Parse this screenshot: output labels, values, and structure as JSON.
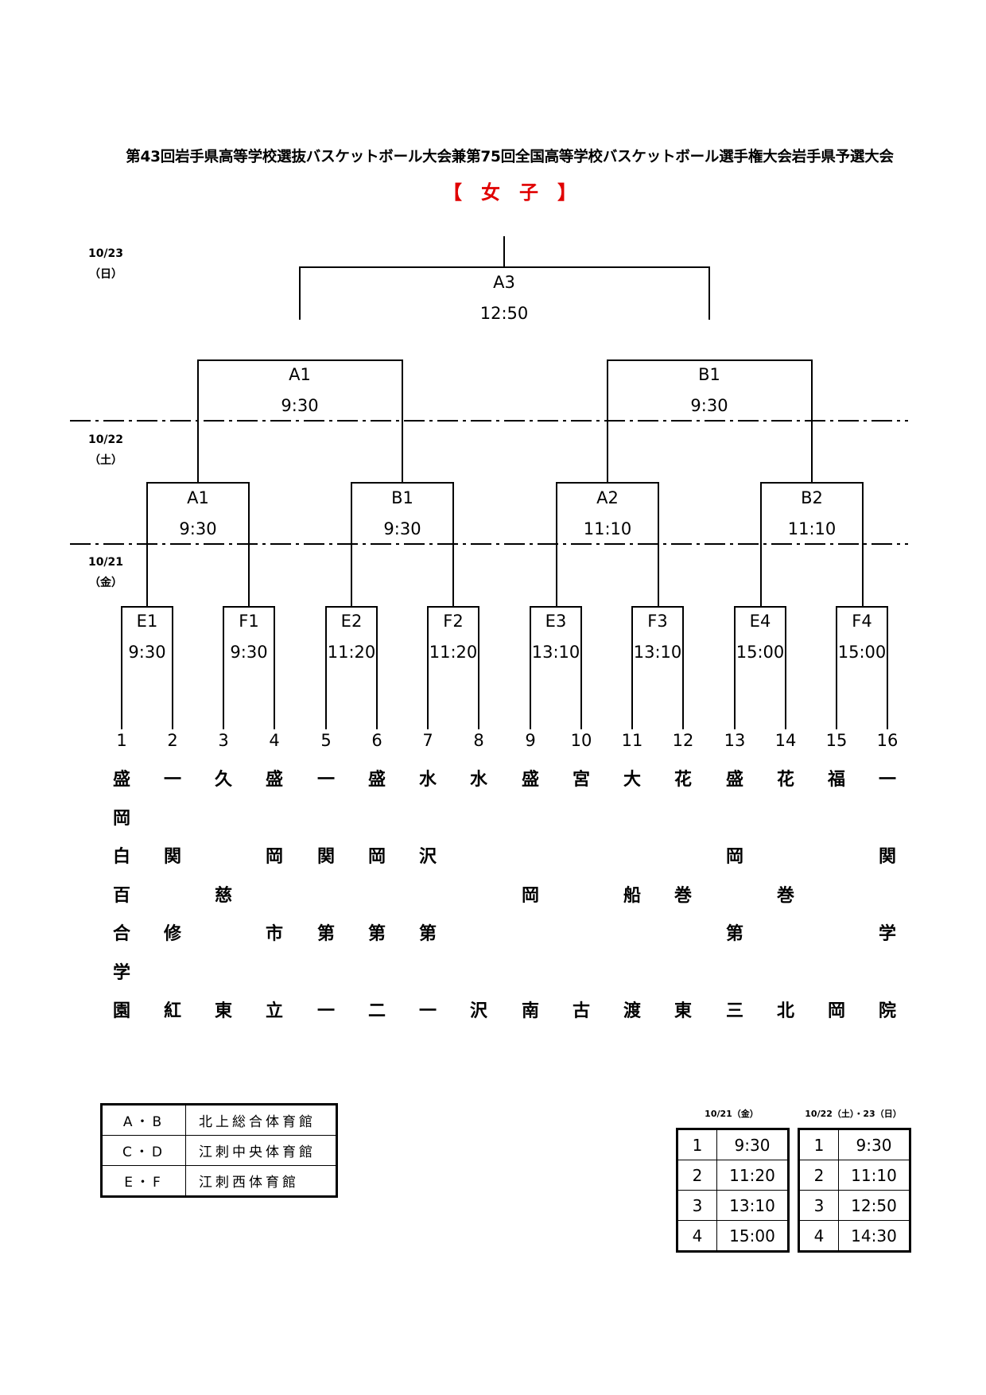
{
  "title": "第43回岩手県高等学校選抜バスケットボール大会兼第75回全国高等学校バスケットボール選手権大会岩手県予選大会",
  "subtitle": "【　女　子　】",
  "dates": [
    {
      "date": "10/23",
      "dow": "（日）"
    },
    {
      "date": "10/22",
      "dow": "（土）"
    },
    {
      "date": "10/21",
      "dow": "（金）"
    }
  ],
  "matches": {
    "final": {
      "label": "A3",
      "time": "12:50"
    },
    "semi_left": {
      "label": "A1",
      "time": "9:30"
    },
    "semi_right": {
      "label": "B1",
      "time": "9:30"
    },
    "qf": [
      {
        "label": "A1",
        "time": "9:30"
      },
      {
        "label": "B1",
        "time": "9:30"
      },
      {
        "label": "A2",
        "time": "11:10"
      },
      {
        "label": "B2",
        "time": "11:10"
      }
    ],
    "r1": [
      {
        "label": "E1",
        "time": "9:30"
      },
      {
        "label": "F1",
        "time": "9:30"
      },
      {
        "label": "E2",
        "time": "11:20"
      },
      {
        "label": "F2",
        "time": "11:20"
      },
      {
        "label": "E3",
        "time": "13:10"
      },
      {
        "label": "F3",
        "time": "13:10"
      },
      {
        "label": "E4",
        "time": "15:00"
      },
      {
        "label": "F4",
        "time": "15:00"
      }
    ]
  },
  "seeds": [
    "1",
    "2",
    "3",
    "4",
    "5",
    "6",
    "7",
    "8",
    "9",
    "10",
    "11",
    "12",
    "13",
    "14",
    "15",
    "16"
  ],
  "schools": [
    [
      "盛",
      "岡",
      "白",
      "百",
      "合",
      "学",
      "園"
    ],
    [
      "一",
      "",
      "関",
      "",
      "修",
      "",
      "紅"
    ],
    [
      "久",
      "",
      "",
      "慈",
      "",
      "",
      "東"
    ],
    [
      "盛",
      "",
      "岡",
      "",
      "市",
      "",
      "立"
    ],
    [
      "一",
      "",
      "関",
      "",
      "第",
      "",
      "一"
    ],
    [
      "盛",
      "",
      "岡",
      "",
      "第",
      "",
      "二"
    ],
    [
      "水",
      "",
      "沢",
      "",
      "第",
      "",
      "一"
    ],
    [
      "水",
      "",
      "",
      "",
      "",
      "",
      "沢"
    ],
    [
      "盛",
      "",
      "",
      "岡",
      "",
      "",
      "南"
    ],
    [
      "宮",
      "",
      "",
      "",
      "",
      "",
      "古"
    ],
    [
      "大",
      "",
      "",
      "船",
      "",
      "",
      "渡"
    ],
    [
      "花",
      "",
      "",
      "巻",
      "",
      "",
      "東"
    ],
    [
      "盛",
      "",
      "岡",
      "",
      "第",
      "",
      "三"
    ],
    [
      "花",
      "",
      "",
      "巻",
      "",
      "",
      "北"
    ],
    [
      "福",
      "",
      "",
      "",
      "",
      "",
      "岡"
    ],
    [
      "一",
      "",
      "関",
      "",
      "学",
      "",
      "院"
    ]
  ],
  "venues": [
    {
      "key": "A・B",
      "name": "北上総合体育館"
    },
    {
      "key": "C・D",
      "name": "江刺中央体育館"
    },
    {
      "key": "E・F",
      "name": "江刺西体育館"
    }
  ],
  "schedule_left": {
    "label": "10/21（金）",
    "rows": [
      {
        "n": "1",
        "t": "9:30"
      },
      {
        "n": "2",
        "t": "11:20"
      },
      {
        "n": "3",
        "t": "13:10"
      },
      {
        "n": "4",
        "t": "15:00"
      }
    ]
  },
  "schedule_right": {
    "label": "10/22（土）・23（日）",
    "rows": [
      {
        "n": "1",
        "t": "9:30"
      },
      {
        "n": "2",
        "t": "11:10"
      },
      {
        "n": "3",
        "t": "12:50"
      },
      {
        "n": "4",
        "t": "14:30"
      }
    ]
  }
}
